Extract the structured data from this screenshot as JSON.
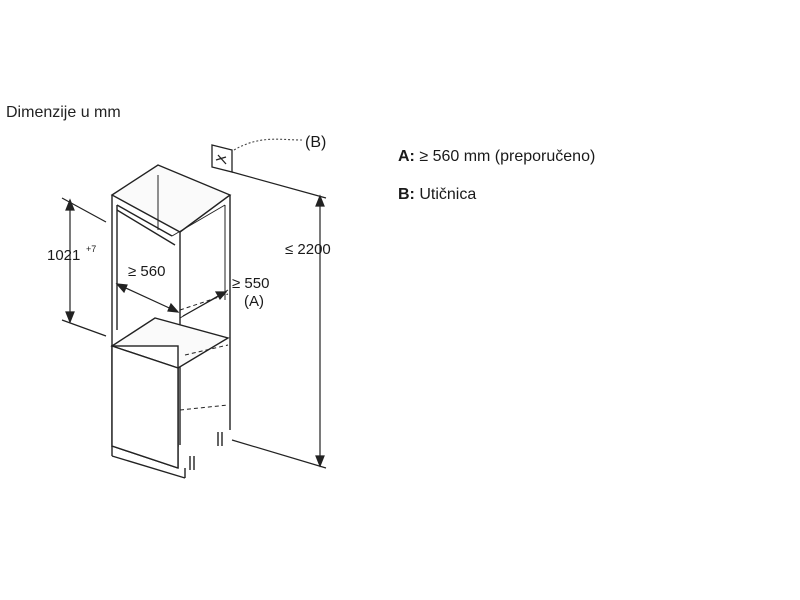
{
  "title": "Dimenzije u mm",
  "callout_b": "(B)",
  "dims": {
    "height_niche": "1021",
    "height_niche_tol": "+7",
    "width": "≥ 560",
    "depth": "≥ 550",
    "depth_ref": "(A)",
    "total_height": "≤ 2200"
  },
  "legend": {
    "a_key": "A:",
    "a_text": " ≥ 560 mm (preporučeno)",
    "b_key": "B:",
    "b_text": " Utičnica"
  }
}
